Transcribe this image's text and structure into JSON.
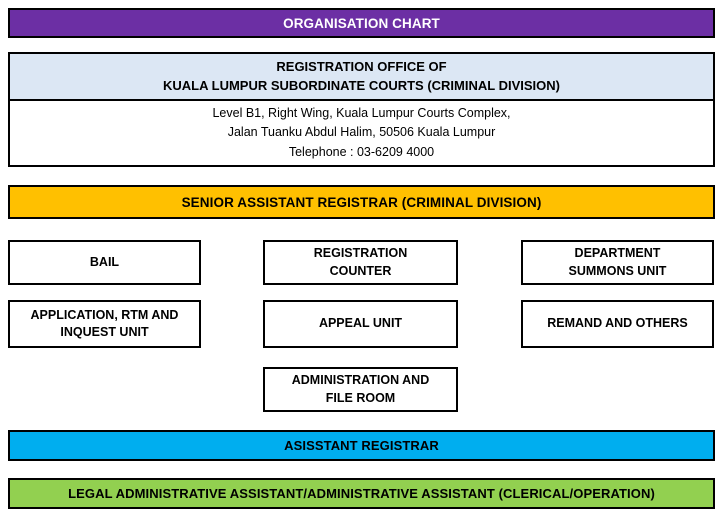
{
  "title_banner": {
    "label": "ORGANISATION CHART",
    "color": "#6C2FA4",
    "text_color": "#FFFFFF"
  },
  "office_header": {
    "title_line1": "REGISTRATION OFFICE OF",
    "title_line2": "KUALA LUMPUR SUBORDINATE COURTS (CRIMINAL DIVISION)",
    "title_bg": "#DCE7F4",
    "address_line1": "Level B1, Right Wing, Kuala Lumpur Courts Complex,",
    "address_line2": "Jalan Tuanku Abdul Halim, 50506 Kuala Lumpur",
    "address_line3": "Telephone : 03-6209 4000"
  },
  "senior_assistant_registrar": {
    "label": "SENIOR ASSISTANT REGISTRAR (CRIMINAL DIVISION)",
    "color": "#FFC000"
  },
  "assistant_registrar": {
    "label": "ASISSTANT REGISTRAR",
    "color": "#00AEEF"
  },
  "legal_administrative_assistant": {
    "label": "LEGAL ADMINISTRATIVE ASSISTANT/ADMINISTRATIVE ASSISTANT (CLERICAL/OPERATION)",
    "color": "#92D050"
  },
  "units": {
    "column_left": [
      {
        "line1": "BAIL",
        "line2": ""
      },
      {
        "line1": "APPLICATION, RTM AND",
        "line2": "INQUEST UNIT"
      }
    ],
    "column_middle": [
      {
        "line1": "REGISTRATION",
        "line2": "COUNTER"
      },
      {
        "line1": "APPEAL UNIT",
        "line2": ""
      },
      {
        "line1": "ADMINISTRATION AND",
        "line2": "FILE ROOM"
      }
    ],
    "column_right": [
      {
        "line1": "DEPARTMENT",
        "line2": "SUMMONS UNIT"
      },
      {
        "line1": "REMAND AND OTHERS",
        "line2": ""
      }
    ]
  }
}
